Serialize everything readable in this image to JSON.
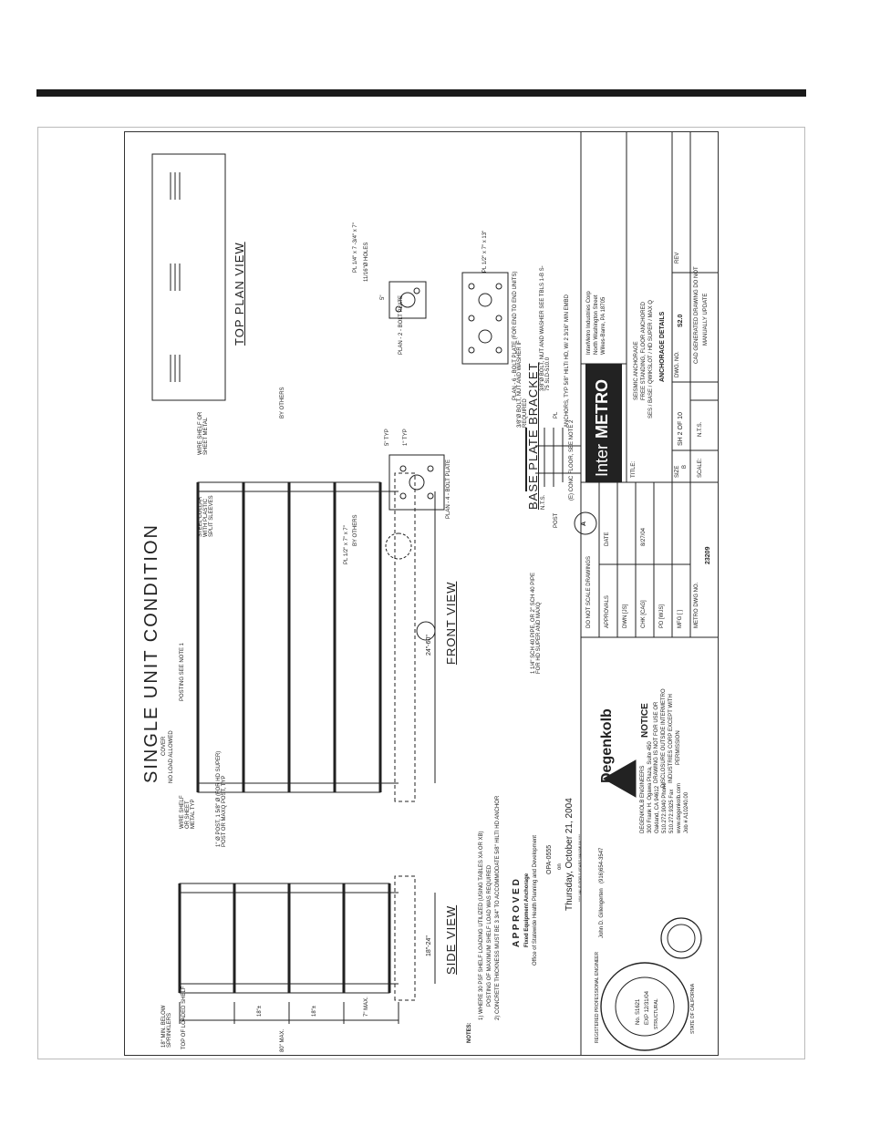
{
  "title": "SINGLE UNIT CONDITION",
  "views": {
    "side": "SIDE VIEW",
    "front": "FRONT VIEW",
    "top_plan": "TOP PLAN VIEW",
    "base_plate": "BASE PLATE BRACKET",
    "nts": "N.T.S."
  },
  "dims": {
    "min_below_sprinklers": "18\" MIN. BELOW SPRINKLERS",
    "top_loaded_shelf": "TOP OF LOADED SHELF",
    "max_height": "80\" MAX.",
    "spacing_a": "18\"±",
    "spacing_b": "18\"±",
    "bottom": "7\" MAX.",
    "side_width": "18\"-24\"",
    "front_width": "24\"-60\""
  },
  "labels": {
    "no_load": "NO LOAD ALLOWED",
    "cover": "COVER",
    "wire_shelf": "WIRE SHELF OR SHEET METAL TYP",
    "posting": "POSTING SEE NOTE 1",
    "post": "1\" Ø POST, 1 5/8\" Ø (FOR HD SUPER) POST OR MAXQ POST, TYP",
    "steel_collar": "STEEL COLLAR WITH PLASTIC SPLIT SLEEVES",
    "wire_shelf_top": "WIRE SHELF OR SHEET METAL",
    "by_others_1": "BY OTHERS",
    "by_others_2": "BY OTHERS",
    "pl_quarter": "PL 1/4\" x 7 -3/4\" x 7\"",
    "holes": "11/16\"Ø HOLES",
    "plan_2": "PLAN - 2 - BOLT PLATE",
    "plan_4": "PLAN - 4 - BOLT PLATE",
    "plan_6": "PLAN - 6 - BOLT PLATE (FOR END TO END UNITS)",
    "pl_half_a": "PL 1/2\" x 7\" x 7\"",
    "pl_half_b": "PL 1/2\" x 7\" x 13\"",
    "typ_5": "5\" TYP",
    "typ_1": "1\" TYP",
    "five": "5\"",
    "pipe": "1 1/4\" SCH 40 PIPE, OR 2\" SCH 40 PIPE FOR HD SUPER AND MAXQ",
    "post_label": "POST",
    "bolt": "3/8\"Ø BOLT, NUT AND WASHER IF REQUIRED",
    "bolt2": "3/8\"Ø BOLT, NUT AND WASHER SEE TBLS 1-B S-75 SLD-510.0",
    "pl_label": "PL",
    "anchors": "ANCHORS, TYP 5/8\" HILTI HD, W/ 2 3/16\" MIN EMBD",
    "floor": "(E) CONC FLOOR, SEE NOTE 2",
    "detail_a": "A"
  },
  "notes": {
    "heading": "NOTES:",
    "n1": "1)   WHERE 30 PSF SHELF LOADING UTILIZED (USING TABLES XA OR XB)",
    "n1b": "POSTING OF MAXIMUM SHELF LOAD WAS REQUIRED",
    "n2": "2)   CONCRETE THICKNESS MUST BE 3 3/4\" TO ACCOMMODATE 5/8\" HILTI HD ANCHOR"
  },
  "approval": {
    "approved": "A P P R O V E D",
    "fixed": "Fixed Equipment Anchorage",
    "office": "Office of Statewide Health Planning and Development",
    "opa": "OPA-0555",
    "on": "on",
    "date": "Thursday, October 21, 2004",
    "small": "**** VALID FOR 5 YEARS MAXIMUM ****",
    "name": "John D. Gillengerten",
    "phone": "(916)654-3547"
  },
  "engineer": {
    "name": "Degenkolb",
    "l1": "DEGENKOLB ENGINEERS",
    "l2": "300 Frank H. Ogawa Plaza, Suite 450",
    "l3": "Oakland, CA 94612",
    "l4": "510.272.9040 Phone",
    "l5": "510.272.9325 Fax",
    "l6": "www.degenkolb.com",
    "l7": "Job # A10240.00"
  },
  "stamp": {
    "license": "No. S1621",
    "exp": "EXP 12/31/04",
    "ring_top": "REGISTERED PROFESSIONAL ENGINEER",
    "ring_bottom": "STATE OF CALIFORNIA",
    "structural": "STRUCTURAL"
  },
  "notice": {
    "heading": "NOTICE",
    "l1": "DRAWING IS NOT FOR USE OR",
    "l2": "DISCLOSURE OUTSIDE INTERMETRO",
    "l3": "INDUSTRIES CORP EXCEPT WITH",
    "l4": "PERMISSION"
  },
  "titleblock": {
    "dont_scale": "DO NOT SCALE DRAWINGS",
    "approvals": "APPROVALS",
    "date": "DATE",
    "dwn": "DWN [JS]",
    "chk": "CHK [CAG]",
    "chk_date": "8/27/04",
    "pd": "PD [WJS]",
    "mfg": "MFG [ ]",
    "metro_dwg": "METRO DWG NO.",
    "dwg_no": "23209",
    "logo_inter": "Inter",
    "logo_metro": "METRO",
    "company1": "InterMetro Industries Corp",
    "company2": "North Washington Street",
    "company3": "Wilkes-Barre, PA 18705",
    "title_label": "TITLE:",
    "title1": "SEISMIC ANCHORAGE",
    "title2": "FREE STANDING, FLOOR ANCHORED",
    "title3": "SES / BASE / QWIKSLOT / HD SUPER / MAX Q",
    "anchorage": "ANCHORAGE DETAILS",
    "size_label": "SIZE",
    "size": "B",
    "sh": "SH 2 OF 10",
    "dwg_label": "DWG. NO.",
    "dwg": "S2.0",
    "rev": "REV",
    "scale_label": "SCALE:",
    "scale": "N.T.S.",
    "cad1": "CAD GENERATED DRAWING DO NOT",
    "cad2": "MANUALLY UPDATE"
  }
}
